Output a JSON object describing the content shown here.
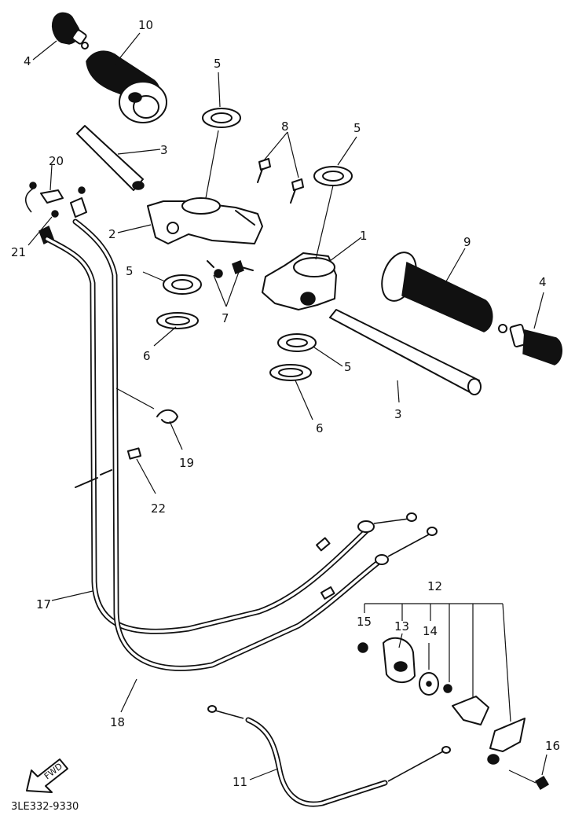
{
  "parts": [
    {
      "number": "1",
      "icon": "throttle-housing-upper"
    },
    {
      "number": "2",
      "icon": "throttle-housing-lower"
    },
    {
      "number": "3",
      "icon": "throttle-grip-tube"
    },
    {
      "number": "4",
      "icon": "grip-end-weight"
    },
    {
      "number": "5",
      "icon": "rubber-seal"
    },
    {
      "number": "6",
      "icon": "collar-washer"
    },
    {
      "number": "7",
      "icon": "screw"
    },
    {
      "number": "8",
      "icon": "screw"
    },
    {
      "number": "9",
      "icon": "handlebar-grip"
    },
    {
      "number": "10",
      "icon": "throttle-grip"
    },
    {
      "number": "11",
      "icon": "starter-cable"
    },
    {
      "number": "12",
      "icon": "starter-lever-assembly"
    },
    {
      "number": "13",
      "icon": "starter-lever"
    },
    {
      "number": "14",
      "icon": "washer"
    },
    {
      "number": "15",
      "icon": "screw"
    },
    {
      "number": "16",
      "icon": "bolt"
    },
    {
      "number": "17",
      "icon": "throttle-cable-1"
    },
    {
      "number": "18",
      "icon": "throttle-cable-2"
    },
    {
      "number": "19",
      "icon": "cable-clip"
    },
    {
      "number": "20",
      "icon": "plate"
    },
    {
      "number": "21",
      "icon": "screw"
    },
    {
      "number": "22",
      "icon": "cable-band"
    }
  ],
  "labels": {
    "l1": "1",
    "l2": "2",
    "l3a": "3",
    "l3b": "3",
    "l4a": "4",
    "l4b": "4",
    "l5a": "5",
    "l5b": "5",
    "l5c": "5",
    "l5d": "5",
    "l6a": "6",
    "l6b": "6",
    "l7": "7",
    "l8": "8",
    "l9": "9",
    "l10": "10",
    "l11": "11",
    "l12": "12",
    "l13": "13",
    "l14": "14",
    "l15": "15",
    "l16": "16",
    "l17": "17",
    "l18": "18",
    "l19": "19",
    "l20": "20",
    "l21": "21",
    "l22": "22"
  },
  "direction_badge": "FWD",
  "catalog_code": "3LE332-9330"
}
